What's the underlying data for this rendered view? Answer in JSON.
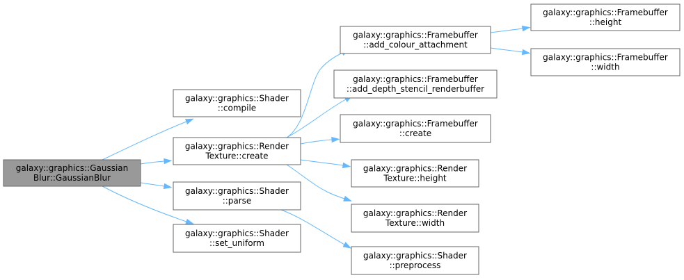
{
  "colors": {
    "root_fill": "#999999",
    "node_fill": "#ffffff",
    "node_border": "#666666",
    "edge": "#63b8ff",
    "text": "#000000"
  },
  "nodes": [
    {
      "id": "gb",
      "root": true,
      "lines": [
        "galaxy::graphics::Gaussian",
        "Blur::GaussianBlur"
      ]
    },
    {
      "id": "sh_compile",
      "lines": [
        "galaxy::graphics::Shader",
        "::compile"
      ]
    },
    {
      "id": "rt_create",
      "lines": [
        "galaxy::graphics::Render",
        "Texture::create"
      ]
    },
    {
      "id": "sh_parse",
      "lines": [
        "galaxy::graphics::Shader",
        "::parse"
      ]
    },
    {
      "id": "sh_set_uniform",
      "lines": [
        "galaxy::graphics::Shader",
        "::set_uniform"
      ]
    },
    {
      "id": "fb_add_colour",
      "lines": [
        "galaxy::graphics::Framebuffer",
        "::add_colour_attachment"
      ]
    },
    {
      "id": "fb_add_depth",
      "lines": [
        "galaxy::graphics::Framebuffer",
        "::add_depth_stencil_renderbuffer"
      ]
    },
    {
      "id": "fb_create",
      "lines": [
        "galaxy::graphics::Framebuffer",
        "::create"
      ]
    },
    {
      "id": "rt_height",
      "lines": [
        "galaxy::graphics::Render",
        "Texture::height"
      ]
    },
    {
      "id": "rt_width",
      "lines": [
        "galaxy::graphics::Render",
        "Texture::width"
      ]
    },
    {
      "id": "sh_preprocess",
      "lines": [
        "galaxy::graphics::Shader",
        "::preprocess"
      ]
    },
    {
      "id": "fb_height",
      "lines": [
        "galaxy::graphics::Framebuffer",
        "::height"
      ]
    },
    {
      "id": "fb_width",
      "lines": [
        "galaxy::graphics::Framebuffer",
        "::width"
      ]
    }
  ],
  "edges": [
    {
      "from": "gb",
      "to": "sh_compile"
    },
    {
      "from": "gb",
      "to": "rt_create"
    },
    {
      "from": "gb",
      "to": "sh_parse"
    },
    {
      "from": "gb",
      "to": "sh_set_uniform"
    },
    {
      "from": "rt_create",
      "to": "fb_add_colour"
    },
    {
      "from": "rt_create",
      "to": "fb_add_depth"
    },
    {
      "from": "rt_create",
      "to": "fb_create"
    },
    {
      "from": "rt_create",
      "to": "rt_height"
    },
    {
      "from": "rt_create",
      "to": "rt_width"
    },
    {
      "from": "sh_parse",
      "to": "sh_preprocess"
    },
    {
      "from": "fb_add_colour",
      "to": "fb_height"
    },
    {
      "from": "fb_add_colour",
      "to": "fb_width"
    }
  ]
}
